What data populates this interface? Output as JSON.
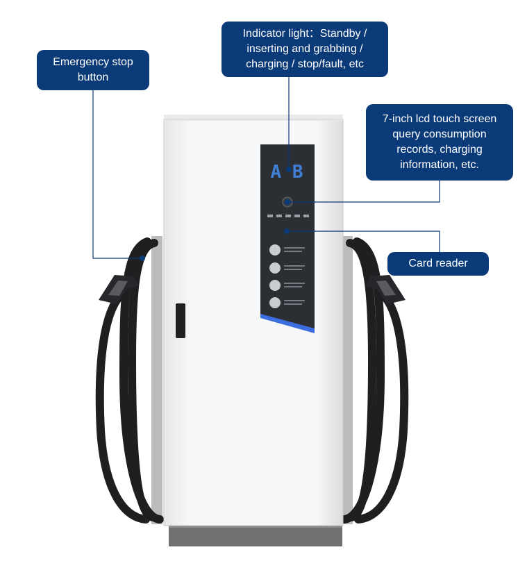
{
  "callouts": {
    "emergency_stop": "Emergency stop\nbutton",
    "indicator_light": "Indicator light：Standby /\ninserting and grabbing /\ncharging / stop/fault, etc",
    "lcd_screen": "7-inch lcd touch screen\nquery consumption\nrecords, charging\ninformation, etc.",
    "card_reader": "Card reader"
  },
  "panel": {
    "display_text": "A B"
  },
  "colors": {
    "callout_bg": "#0b3a78",
    "leader_line": "#0b3a78",
    "accent_stripe": "#3d6ee0",
    "panel_dark": "#2b2f33",
    "cabinet": "#f2f3f4",
    "cable": "#1f1f21",
    "base": "#6f7173"
  }
}
